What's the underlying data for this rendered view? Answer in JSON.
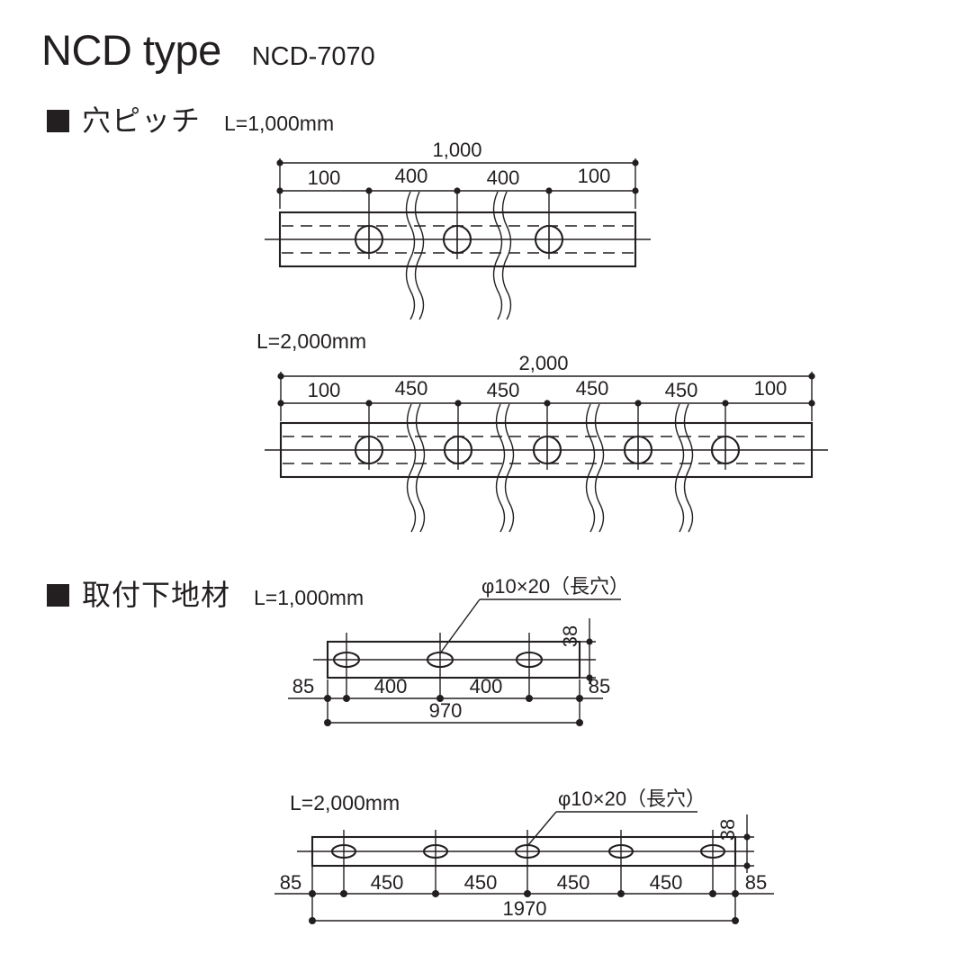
{
  "header": {
    "title": "NCD type",
    "model": "NCD-7070"
  },
  "sections": [
    {
      "bullet": "filled-square",
      "title": "穴ピッチ",
      "note": "L=1,000mm"
    },
    {
      "bullet": "filled-square",
      "title": "取付下地材",
      "note": "L=1,000mm"
    }
  ],
  "labels": {
    "rail_2000": "L=2,000mm",
    "base_2000": "L=2,000mm",
    "slot_callout": "φ10×20（長穴）"
  },
  "chart_data": [
    {
      "type": "diagram",
      "name": "hole-pitch-1000",
      "title": "穴ピッチ L=1,000mm",
      "overall": "1,000",
      "segments": [
        "100",
        "400",
        "400",
        "100"
      ],
      "hole_count": 3,
      "break_count": 2,
      "units": "mm"
    },
    {
      "type": "diagram",
      "name": "hole-pitch-2000",
      "title": "穴ピッチ L=2,000mm",
      "overall": "2,000",
      "segments": [
        "100",
        "450",
        "450",
        "450",
        "450",
        "100"
      ],
      "hole_count": 5,
      "break_count": 4,
      "units": "mm"
    },
    {
      "type": "diagram",
      "name": "mounting-base-1000",
      "title": "取付下地材 L=1,000mm",
      "overall": "970",
      "segments": [
        "85",
        "400",
        "400",
        "85"
      ],
      "height": "38",
      "hole_spec": "φ10×20（長穴）",
      "hole_count": 3,
      "units": "mm"
    },
    {
      "type": "diagram",
      "name": "mounting-base-2000",
      "title": "取付下地材 L=2,000mm",
      "overall": "1970",
      "segments": [
        "85",
        "450",
        "450",
        "450",
        "450",
        "85"
      ],
      "height": "38",
      "hole_spec": "φ10×20（長穴）",
      "hole_count": 5,
      "units": "mm"
    }
  ],
  "dims": {
    "d1": {
      "overall": "1,000",
      "s0": "100",
      "s1": "400",
      "s2": "400",
      "s3": "100"
    },
    "d2": {
      "overall": "2,000",
      "s0": "100",
      "s1": "450",
      "s2": "450",
      "s3": "450",
      "s4": "450",
      "s5": "100"
    },
    "d3": {
      "overall": "970",
      "s0": "85",
      "s1": "400",
      "s2": "400",
      "s3": "85",
      "h": "38"
    },
    "d4": {
      "overall": "1970",
      "s0": "85",
      "s1": "450",
      "s2": "450",
      "s3": "450",
      "s4": "450",
      "s5": "85",
      "h": "38"
    }
  },
  "colors": {
    "ink": "#231f20",
    "paper": "#ffffff"
  }
}
